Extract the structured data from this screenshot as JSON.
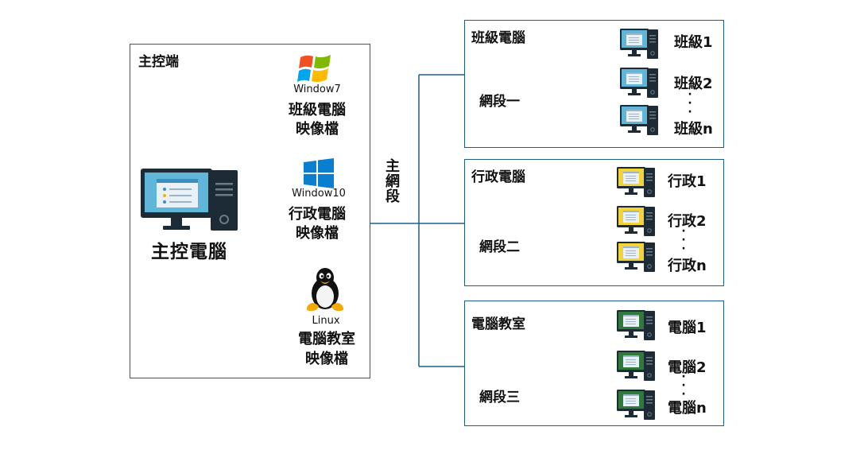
{
  "master": {
    "box_title": "主控端",
    "pc_label": "主控電腦",
    "images": [
      {
        "os": "Window7",
        "line1": "班級電腦",
        "line2": "映像檔",
        "icon": "windows7-logo-icon"
      },
      {
        "os": "Window10",
        "line1": "行政電腦",
        "line2": "映像檔",
        "icon": "windows10-logo-icon"
      },
      {
        "os": "Linux",
        "line1": "電腦教室",
        "line2": "映像檔",
        "icon": "linux-penguin-icon"
      }
    ]
  },
  "main_network": {
    "chars": [
      "主",
      "網",
      "段"
    ]
  },
  "groups": [
    {
      "title": "班級電腦",
      "segment": "網段一",
      "color": "#5fb6d8",
      "pcs": [
        "班級1",
        "班級2",
        "班級n"
      ]
    },
    {
      "title": "行政電腦",
      "segment": "網段二",
      "color": "#f2d33a",
      "pcs": [
        "行政1",
        "行政2",
        "行政n"
      ]
    },
    {
      "title": "電腦教室",
      "segment": "網段三",
      "color": "#2f7a3a",
      "pcs": [
        "電腦1",
        "電腦2",
        "電腦n"
      ]
    }
  ],
  "colors": {
    "line": "#1e5f87",
    "screen_light": "#e8f0f8",
    "case": "#1d2b36"
  }
}
